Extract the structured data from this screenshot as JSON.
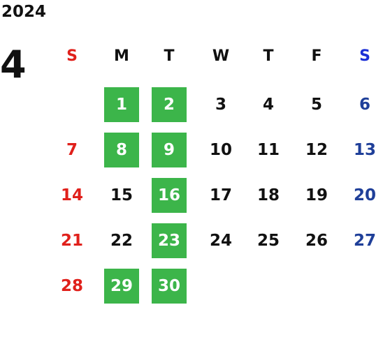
{
  "calendar": {
    "year": "2024",
    "month": "4",
    "weekdays": [
      {
        "label": "S",
        "color": "#e0201b"
      },
      {
        "label": "M",
        "color": "#111111"
      },
      {
        "label": "T",
        "color": "#111111"
      },
      {
        "label": "W",
        "color": "#111111"
      },
      {
        "label": "T",
        "color": "#111111"
      },
      {
        "label": "F",
        "color": "#111111"
      },
      {
        "label": "S",
        "color": "#1b2fd6"
      }
    ],
    "weeks": [
      [
        null,
        {
          "day": "1",
          "highlight": true
        },
        {
          "day": "2",
          "highlight": true
        },
        {
          "day": "3"
        },
        {
          "day": "4"
        },
        {
          "day": "5"
        },
        {
          "day": "6"
        }
      ],
      [
        {
          "day": "7"
        },
        {
          "day": "8",
          "highlight": true
        },
        {
          "day": "9",
          "highlight": true
        },
        {
          "day": "10"
        },
        {
          "day": "11"
        },
        {
          "day": "12"
        },
        {
          "day": "13"
        }
      ],
      [
        {
          "day": "14"
        },
        {
          "day": "15"
        },
        {
          "day": "16",
          "highlight": true
        },
        {
          "day": "17"
        },
        {
          "day": "18"
        },
        {
          "day": "19"
        },
        {
          "day": "20"
        }
      ],
      [
        {
          "day": "21"
        },
        {
          "day": "22"
        },
        {
          "day": "23",
          "highlight": true
        },
        {
          "day": "24"
        },
        {
          "day": "25"
        },
        {
          "day": "26"
        },
        {
          "day": "27"
        }
      ],
      [
        {
          "day": "28"
        },
        {
          "day": "29",
          "highlight": true
        },
        {
          "day": "30",
          "highlight": true
        },
        null,
        null,
        null,
        null
      ]
    ],
    "colors": {
      "sunday": "#e0201b",
      "saturday_header": "#1b2fd6",
      "saturday": "#1f3f99",
      "weekday": "#111111",
      "highlight_bg": "#3cb54a",
      "highlight_text": "#ffffff"
    }
  }
}
